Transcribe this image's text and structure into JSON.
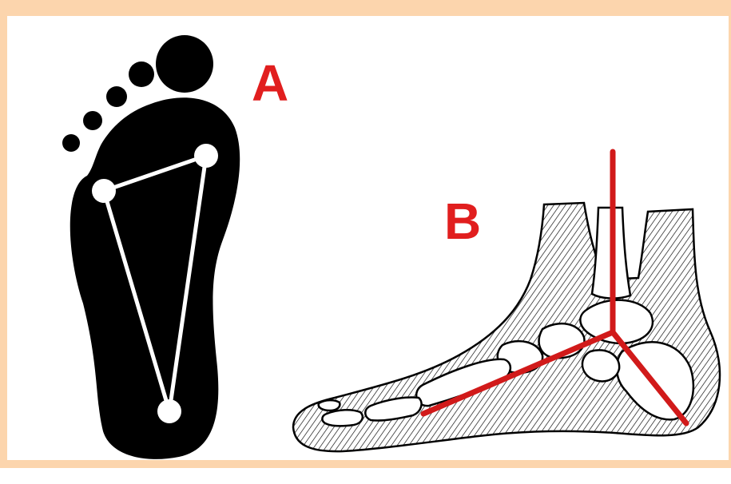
{
  "labels": {
    "a": "A",
    "b": "B"
  },
  "colors": {
    "frame": "#fcd5ad",
    "label": "#e11e1e",
    "ink": "#000000",
    "paper": "#ffffff",
    "axis": "#d11a1a"
  },
  "icons": {
    "footprint": "footprint-icon",
    "tripod": "tripod-diagram",
    "foot_skeleton": "foot-skeleton-icon",
    "axes": "foot-axes-lines"
  }
}
